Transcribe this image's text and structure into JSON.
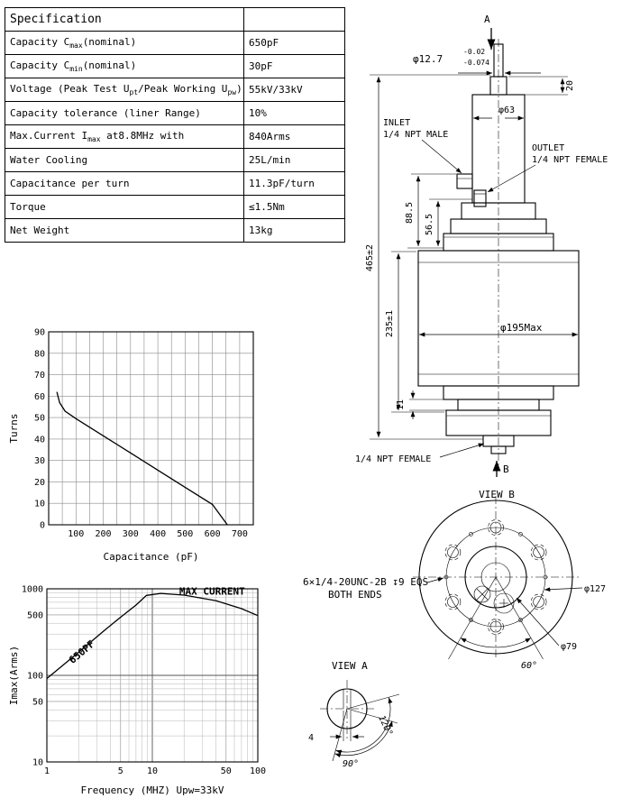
{
  "spec": {
    "title": "Specification",
    "rows": [
      {
        "parts": [
          {
            "t": "Capacity C"
          },
          {
            "t": "max",
            "sub": true
          },
          {
            "t": "(nominal)"
          }
        ],
        "value": "650pF"
      },
      {
        "parts": [
          {
            "t": "Capacity C"
          },
          {
            "t": "min",
            "sub": true
          },
          {
            "t": "(nominal)"
          }
        ],
        "value": "30pF"
      },
      {
        "parts": [
          {
            "t": "Voltage (Peak Test U"
          },
          {
            "t": "pt",
            "sub": true
          },
          {
            "t": "/Peak Working U"
          },
          {
            "t": "pw",
            "sub": true
          },
          {
            "t": ")"
          }
        ],
        "value": "55kV/33kV"
      },
      {
        "parts": [
          {
            "t": "Capacity tolerance (liner Range)"
          }
        ],
        "value": "10%"
      },
      {
        "parts": [
          {
            "t": "Max.Current I"
          },
          {
            "t": "max",
            "sub": true
          },
          {
            "t": " at8.8MHz with"
          }
        ],
        "value": "840Arms"
      },
      {
        "parts": [
          {
            "t": "Water Cooling"
          }
        ],
        "value": "25L/min"
      },
      {
        "parts": [
          {
            "t": "Capacitance per turn"
          }
        ],
        "value": "11.3pF/turn"
      },
      {
        "parts": [
          {
            "t": "Torque"
          }
        ],
        "value": "≤1.5Nm"
      },
      {
        "parts": [
          {
            "t": "Net Weight"
          }
        ],
        "value": "13kg"
      }
    ]
  },
  "drawing": {
    "section_a": "A",
    "section_b": "B",
    "dim_shaft": "φ12.7",
    "dim_shaft_tol_upper": "-0.02",
    "dim_shaft_tol_lower": "-0.074",
    "dim_20": "20",
    "dim_63": "φ63",
    "inlet_line1": "INLET",
    "inlet_line2": "1/4 NPT MALE",
    "outlet_line1": "OUTLET",
    "outlet_line2": "1/4 NPT FEMALE",
    "dim_885": "88.5",
    "dim_565": "56.5",
    "dim_465": "465±2",
    "dim_235": "235±1",
    "dim_195": "φ195Max",
    "dim_11": "11",
    "npt_female": "1/4 NPT FEMALE"
  },
  "view_b": {
    "title": "VIEW B",
    "note_line1": "6×1/4-20UNC-2B ↧9 EQS",
    "note_line2": "BOTH ENDS",
    "dim_127": "φ127",
    "dim_79": "φ79",
    "dim_60": "60°"
  },
  "view_a": {
    "title": "VIEW A",
    "dim_4": "4",
    "dim_120": "120°",
    "dim_90": "90°"
  },
  "chart_data": [
    {
      "type": "line",
      "name": "turns-vs-capacitance",
      "title": "",
      "xlabel": "Capacitance (pF)",
      "ylabel": "Turns",
      "xlim": [
        0,
        750
      ],
      "ylim": [
        0,
        90
      ],
      "xticks": [
        100,
        200,
        300,
        400,
        500,
        600,
        700
      ],
      "yticks": [
        0,
        10,
        20,
        30,
        40,
        50,
        60,
        70,
        80,
        90
      ],
      "grid": true,
      "series": [
        {
          "name": "turns-curve",
          "points": [
            [
              30,
              62
            ],
            [
              40,
              57
            ],
            [
              60,
              53
            ],
            [
              100,
              49.5
            ],
            [
              200,
              41.5
            ],
            [
              300,
              33.5
            ],
            [
              400,
              25.5
            ],
            [
              500,
              17.5
            ],
            [
              600,
              9.5
            ],
            [
              655,
              0
            ]
          ]
        }
      ]
    },
    {
      "type": "line",
      "name": "imax-vs-frequency",
      "xscale": "log",
      "yscale": "log",
      "xlabel": "Frequency (MHZ) Upw=33kV",
      "ylabel": "Imax(Arms)",
      "xlim": [
        1,
        100
      ],
      "ylim": [
        10,
        1000
      ],
      "xticks": [
        1,
        5,
        10,
        50,
        100
      ],
      "yticks": [
        10,
        50,
        100,
        500,
        1000
      ],
      "grid": true,
      "annotations": [
        {
          "text": "MAX CURRENT",
          "x": 18,
          "y": 860
        },
        {
          "text": "650PF",
          "x": 1.75,
          "y": 135,
          "rotate": -40
        }
      ],
      "series": [
        {
          "name": "imax-curve",
          "points": [
            [
              1,
              92
            ],
            [
              2,
              185
            ],
            [
              3.5,
              330
            ],
            [
              5,
              470
            ],
            [
              7,
              650
            ],
            [
              8.8,
              840
            ],
            [
              12,
              885
            ],
            [
              20,
              845
            ],
            [
              40,
              730
            ],
            [
              70,
              590
            ],
            [
              100,
              490
            ]
          ]
        }
      ]
    }
  ]
}
